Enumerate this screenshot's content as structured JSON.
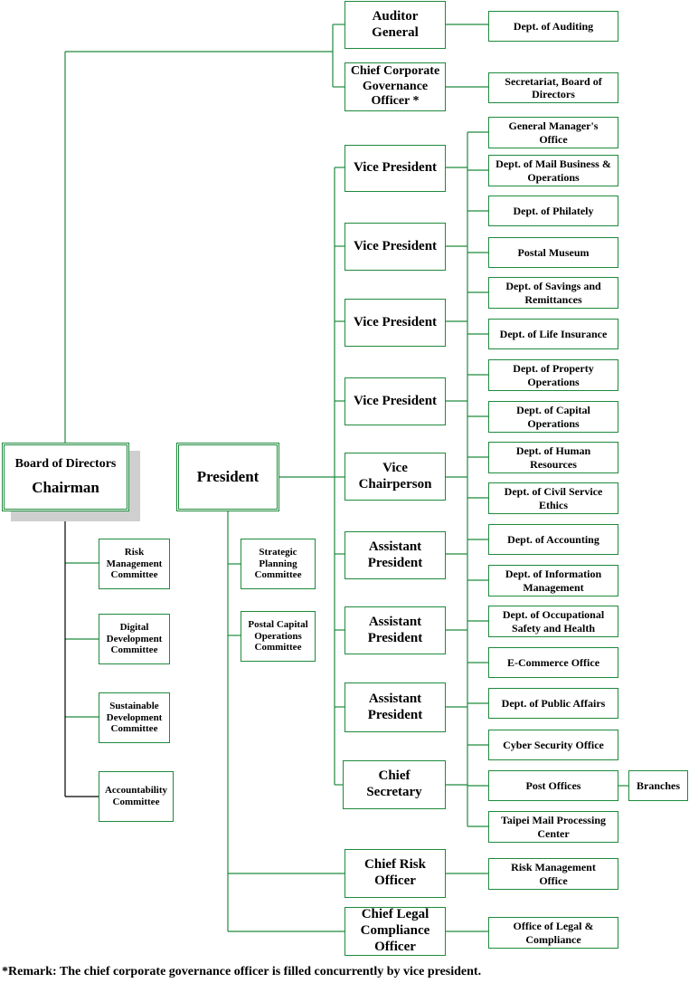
{
  "colors": {
    "line": "#1e8a3c",
    "dark_line": "#000000",
    "shadow": "#cfcfcf"
  },
  "chairman": {
    "line1": "Board of Directors",
    "line2": "Chairman"
  },
  "president": {
    "label": "President"
  },
  "board_committees": [
    "Risk Management Committee",
    "Digital Development Committee",
    "Sustainable Development Committee",
    "Accountability Committee"
  ],
  "president_committees": [
    "Strategic Planning Committee",
    "Postal Capital Operations Committee"
  ],
  "top_officers": [
    {
      "label": "Auditor General",
      "dept": "Dept. of Auditing"
    },
    {
      "label": "Chief Corporate Governance Officer *",
      "dept": "Secretariat, Board of Directors"
    }
  ],
  "executives": [
    "Vice President",
    "Vice President",
    "Vice President",
    "Vice President",
    "Vice Chairperson",
    "Assistant President",
    "Assistant President",
    "Assistant President",
    "Chief Secretary"
  ],
  "departments": [
    "General Manager's Office",
    "Dept. of Mail Business & Operations",
    "Dept. of Philately",
    "Postal Museum",
    "Dept. of Savings and Remittances",
    "Dept. of Life Insurance",
    "Dept. of Property Operations",
    "Dept. of Capital Operations",
    "Dept. of Human Resources",
    "Dept. of Civil Service Ethics",
    "Dept. of Accounting",
    "Dept. of Information Management",
    "Dept. of Occupational Safety and Health",
    "E-Commerce Office",
    "Dept. of Public Affairs",
    "Cyber Security Office",
    "Post Offices",
    "Taipei Mail Processing Center"
  ],
  "branches": "Branches",
  "lower_officers": [
    {
      "label": "Chief Risk Officer",
      "dept": "Risk Management Office"
    },
    {
      "label": "Chief Legal Compliance Officer",
      "dept": "Office of Legal & Compliance"
    }
  ],
  "remark": "*Remark: The chief corporate governance officer is filled concurrently by vice president."
}
